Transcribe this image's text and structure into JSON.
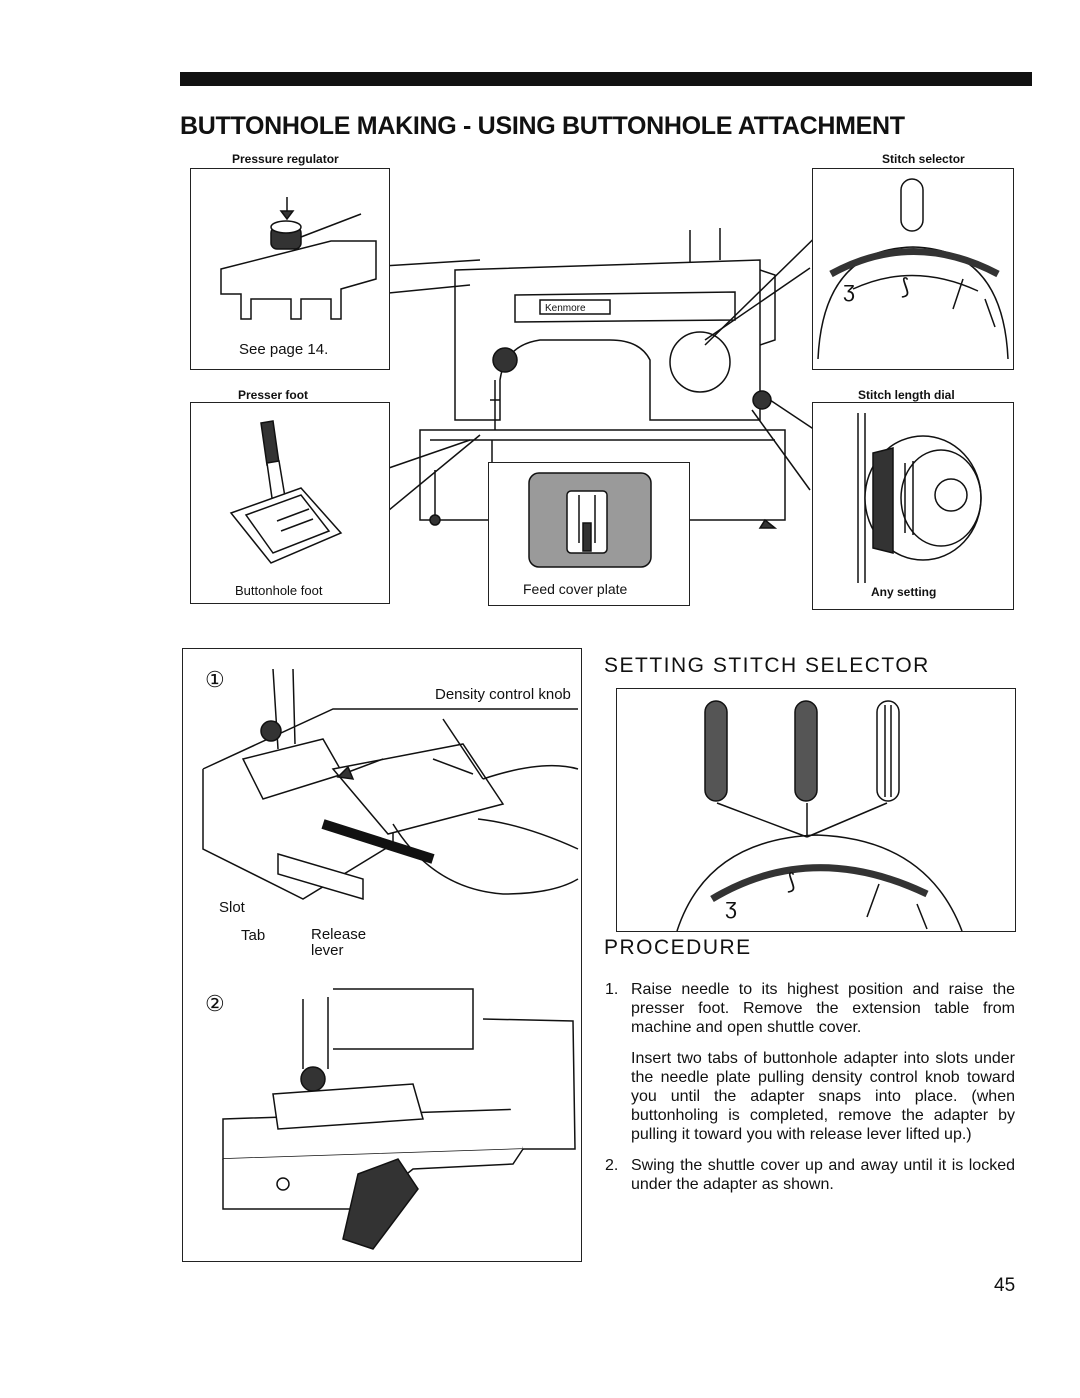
{
  "header": {
    "title": "BUTTONHOLE MAKING - USING BUTTONHOLE ATTACHMENT"
  },
  "figure_top": {
    "pressure_regulator_label": "Pressure regulator",
    "see_page": "See page 14.",
    "presser_foot_label": "Presser foot",
    "buttonhole_foot_caption": "Buttonhole foot",
    "feed_cover_caption": "Feed cover plate",
    "stitch_selector_label": "Stitch selector",
    "stitch_length_label": "Stitch length dial",
    "any_setting_caption": "Any setting",
    "brand": "Kenmore"
  },
  "figure_attach": {
    "step1_marker": "①",
    "step2_marker": "②",
    "density_label": "Density control knob",
    "slot_label": "Slot",
    "tab_label": "Tab",
    "release_label": "Release lever"
  },
  "setting": {
    "heading": "SETTING STITCH SELECTOR"
  },
  "procedure": {
    "heading": "PROCEDURE",
    "step1_number": "1.",
    "step1_text": "Raise needle to its highest position and raise the presser foot. Remove the extension table from machine and open shuttle cover.",
    "step1_continued": "Insert two tabs of buttonhole adapter into slots under the needle plate pulling density control knob toward you until the adapter snaps into place. (when buttonholing is completed, remove the adapter by pulling it toward you with release lever lifted up.)",
    "step2_number": "2.",
    "step2_text": "Swing the shuttle cover up and away until it is locked under the adapter as shown."
  },
  "page_number": "45"
}
